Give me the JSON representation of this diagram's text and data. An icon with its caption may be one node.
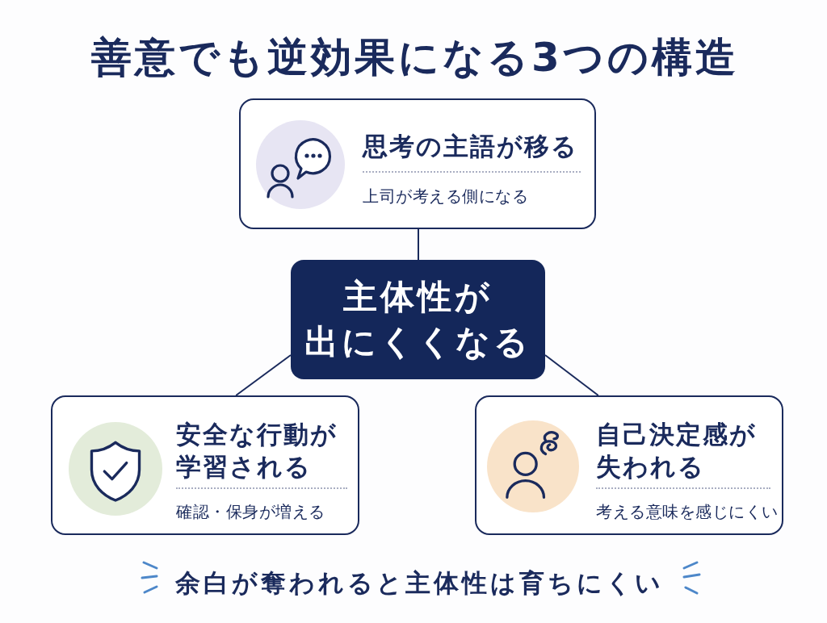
{
  "diagram": {
    "title": "善意でも逆効果になる3つの構造",
    "nodes": [
      {
        "text": [
          "思考の主語が移る",
          "上司が考える側になる"
        ]
      },
      {
        "text": [
          "主体性が出にくくなる"
        ]
      },
      {
        "text": [
          "安全な行動が学習される",
          "確認・保身が増える"
        ]
      },
      {
        "text": [
          "自己決定感が失われる",
          "考える意味を感じにくい"
        ]
      }
    ],
    "edges": [
      {
        "from": 1,
        "to": 0,
        "arrow": "none"
      },
      {
        "from": 1,
        "to": 2,
        "arrow": "none"
      },
      {
        "from": 1,
        "to": 3,
        "arrow": "none"
      }
    ],
    "caption": "余白が奪われると主体性は育ちにくい"
  }
}
